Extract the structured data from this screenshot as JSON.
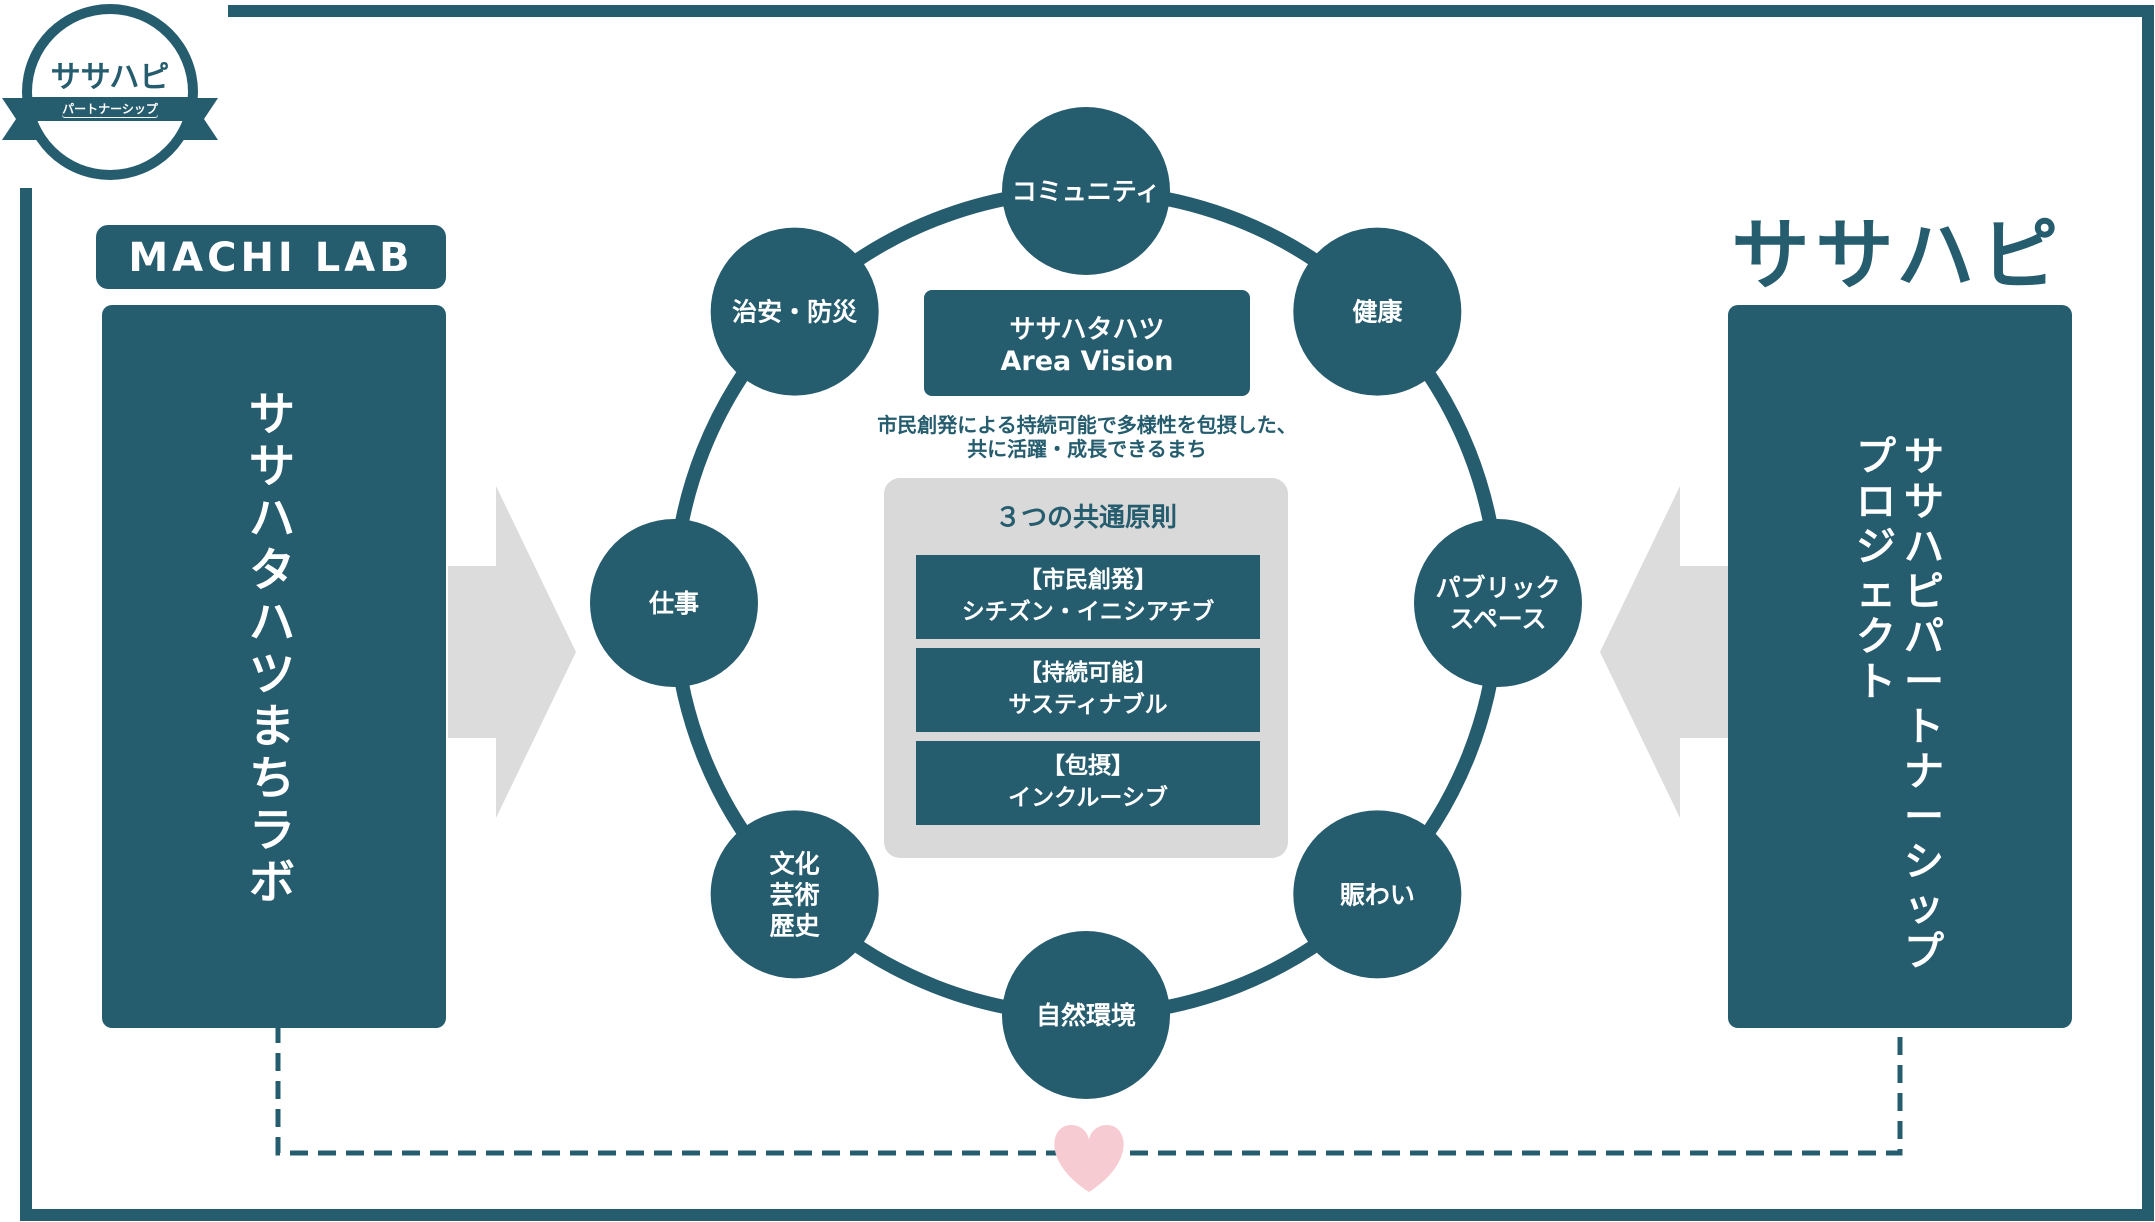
{
  "colors": {
    "teal": "#255c6e",
    "gray_arrow": "#dcdcdc",
    "gray_panel": "#d9d9d9",
    "heart": "#f6ccd2"
  },
  "badge": {
    "line1": "ササハピ",
    "line2": "パートナーシップ"
  },
  "left": {
    "logo": "MACHI LAB",
    "panel_text": "ササハタハツまちラボ"
  },
  "right": {
    "logo": "ササハピ",
    "panel_line1": "ササハピパートナーシップ",
    "panel_line2": "プロジェクト"
  },
  "center": {
    "vision_line1": "ササハタハツ",
    "vision_line2": "Area Vision",
    "tagline_line1": "市民創発による持続可能で多様性を包摂した、",
    "tagline_line2": "共に活躍・成長できるまち",
    "principles_title": "３つの共通原則",
    "principles": [
      {
        "head": "【市民創発】",
        "sub": "シチズン・イニシアチブ"
      },
      {
        "head": "【持続可能】",
        "sub": "サスティナブル"
      },
      {
        "head": "【包摂】",
        "sub": "インクルーシブ"
      }
    ]
  },
  "nodes": [
    {
      "lines": [
        "コミュニティ"
      ]
    },
    {
      "lines": [
        "健康"
      ]
    },
    {
      "lines": [
        "パブリック",
        "スペース"
      ]
    },
    {
      "lines": [
        "賑わい"
      ]
    },
    {
      "lines": [
        "自然環境"
      ]
    },
    {
      "lines": [
        "文化",
        "芸術",
        "歴史"
      ]
    },
    {
      "lines": [
        "仕事"
      ]
    },
    {
      "lines": [
        "治安・防災"
      ]
    }
  ]
}
